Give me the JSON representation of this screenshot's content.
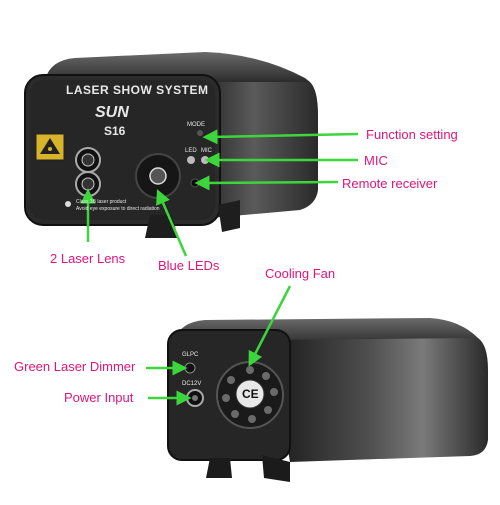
{
  "front_panel": {
    "title": "LASER SHOW SYSTEM",
    "brand": "SUN",
    "model": "S16",
    "mode_label": "MODE",
    "led_label": "LED",
    "mic_label": "MIC",
    "warning_text": "Class 3B laser product",
    "warning_text_2": "Avoid eye exposure to direct radiation"
  },
  "back_panel": {
    "glpc_label": "GLPC",
    "power_label": "DC12V",
    "ce_mark": "CE"
  },
  "callouts": {
    "function_setting": "Function setting",
    "mic": "MIC",
    "remote_receiver": "Remote receiver",
    "laser_lens": "2 Laser Lens",
    "blue_leds": "Blue LEDs",
    "cooling_fan": "Cooling Fan",
    "green_laser_dimmer": "Green Laser Dimmer",
    "power_input": "Power Input"
  },
  "colors": {
    "callout_text": "#e0157a",
    "arrow": "#3cd63c",
    "device_body": "#2a2a2a"
  }
}
